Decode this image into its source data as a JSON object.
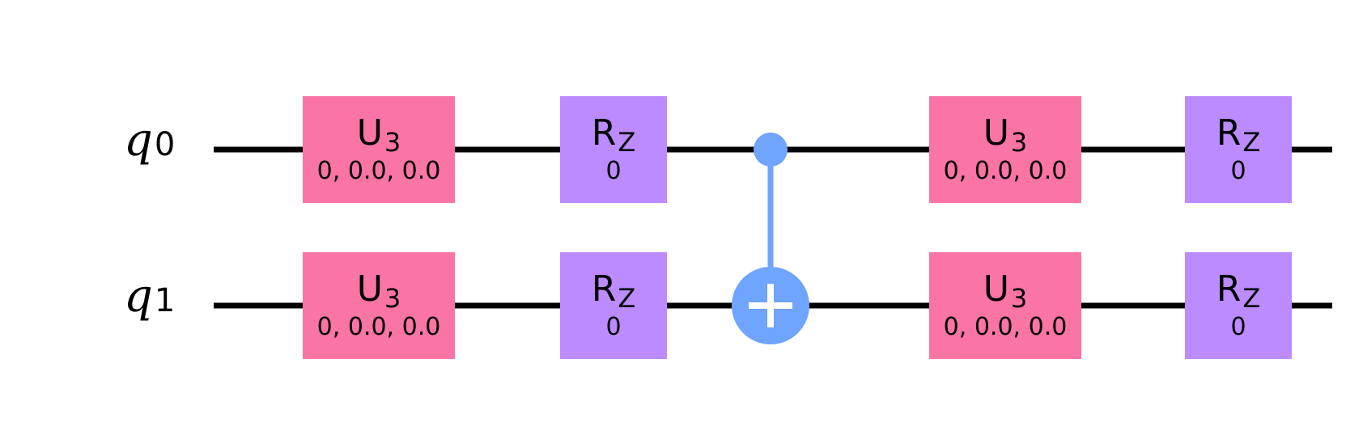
{
  "qubits": [
    {
      "symbol": "q",
      "index": "0"
    },
    {
      "symbol": "q",
      "index": "1"
    }
  ],
  "gates": [
    {
      "id": "u3-q0-a",
      "qubit": 0,
      "step": 0,
      "kind": "u3",
      "name": "U",
      "sub": "3",
      "params": "0, 0.0, 0.0"
    },
    {
      "id": "u3-q1-a",
      "qubit": 1,
      "step": 0,
      "kind": "u3",
      "name": "U",
      "sub": "3",
      "params": "0, 0.0, 0.0"
    },
    {
      "id": "rz-q0-a",
      "qubit": 0,
      "step": 1,
      "kind": "rz",
      "name": "R",
      "sub": "Z",
      "params": "0"
    },
    {
      "id": "rz-q1-a",
      "qubit": 1,
      "step": 1,
      "kind": "rz",
      "name": "R",
      "sub": "Z",
      "params": "0"
    },
    {
      "id": "u3-q0-b",
      "qubit": 0,
      "step": 3,
      "kind": "u3",
      "name": "U",
      "sub": "3",
      "params": "0, 0.0, 0.0"
    },
    {
      "id": "u3-q1-b",
      "qubit": 1,
      "step": 3,
      "kind": "u3",
      "name": "U",
      "sub": "3",
      "params": "0, 0.0, 0.0"
    },
    {
      "id": "rz-q0-b",
      "qubit": 0,
      "step": 4,
      "kind": "rz",
      "name": "R",
      "sub": "Z",
      "params": "0"
    },
    {
      "id": "rz-q1-b",
      "qubit": 1,
      "step": 4,
      "kind": "rz",
      "name": "R",
      "sub": "Z",
      "params": "0"
    }
  ],
  "cnot": {
    "control": 0,
    "target": 1,
    "step": 2
  },
  "colors": {
    "u3": "#fa74a6",
    "rz": "#bb8bff",
    "cnot": "#6fa4ff",
    "wire": "#000000",
    "background": "#ffffff"
  }
}
